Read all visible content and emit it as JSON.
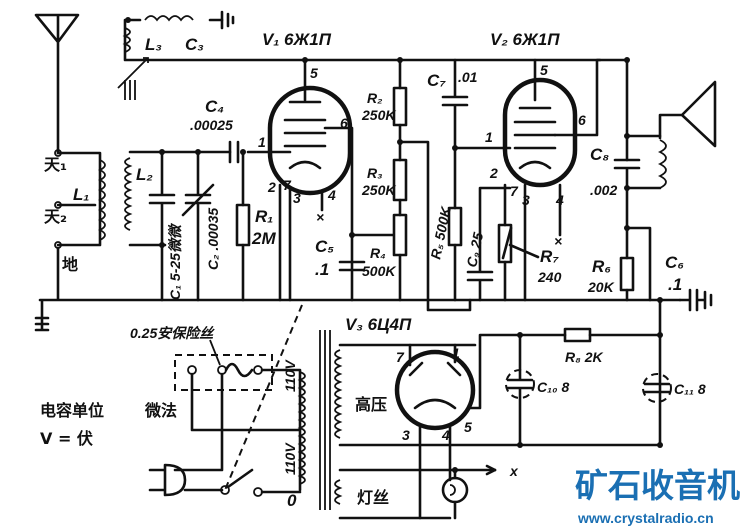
{
  "tubes": {
    "v1": "V₁ 6Ж1П",
    "v2": "V₂ 6Ж1П",
    "v3": "V₃ 6Ц4П"
  },
  "components": {
    "l1": "L₁",
    "l2": "L₂",
    "l3": "L₃",
    "c3": "C₃",
    "c4": "C₄",
    "c4_val": ".00025",
    "c1": "C₁ 5-25微微",
    "c2": "C₂ .00035",
    "r1": "R₁",
    "r1_val": "2M",
    "c5": "C₅",
    "c5_val": ".1",
    "r2": "R₂",
    "r2_val": "250K",
    "r3": "R₃",
    "r3_val": "250K",
    "r4": "R₄",
    "r4_val": "500K",
    "c7": "C₇",
    "c7_val": ".01",
    "r5": "R₅ 500K",
    "c9": "C₉ 25",
    "r7": "R₇",
    "r7_val": "240",
    "c8": "C₈",
    "c8_val": ".002",
    "r6": "R₆",
    "r6_val": "20K",
    "c6": "C₆",
    "c6_val": ".1",
    "r8": "R₈ 2K",
    "c10": "C₁₀ 8",
    "c11": "C₁₁ 8"
  },
  "pins": {
    "v1": [
      "5",
      "6",
      "1",
      "2",
      "7",
      "3",
      "4"
    ],
    "v2": [
      "5",
      "6",
      "1",
      "2",
      "7",
      "3",
      "4"
    ],
    "v3": [
      "7",
      "1",
      "3",
      "4",
      "5"
    ]
  },
  "terminals": {
    "ant1": "天₁",
    "ant2": "天₂",
    "ground": "地",
    "nc": "×"
  },
  "power": {
    "fuse": "0.25安保险丝",
    "v110_upper": "110V",
    "v110_lower": "110V",
    "zero": "0",
    "high_voltage": "高压",
    "filament": "灯丝",
    "x": "x"
  },
  "notes": {
    "unit_label": "电容单位",
    "unit_value": "微法",
    "volt": "V = 伏"
  },
  "watermark": {
    "title": "矿石收音机",
    "url": "www.crystalradio.cn",
    "color": "#1a6fb3"
  }
}
